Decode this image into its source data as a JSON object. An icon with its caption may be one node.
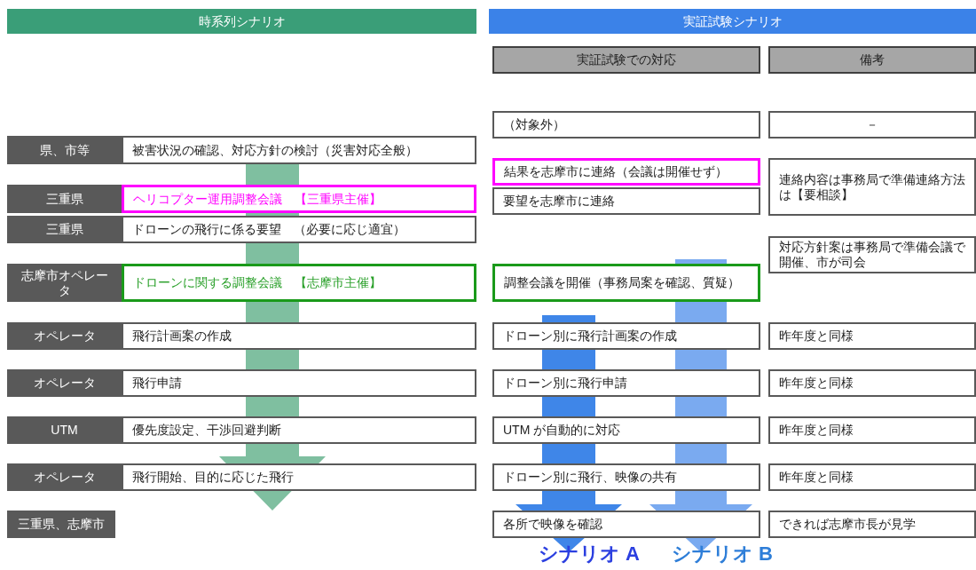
{
  "diagram": {
    "nodes": [
      {
        "text": [
          "時系列シナリオ"
        ]
      },
      {
        "text": [
          "実証試験シナリオ"
        ]
      },
      {
        "text": [
          "実証試験での対応"
        ]
      },
      {
        "text": [
          "備考"
        ]
      },
      {
        "text": [
          "（対象外）"
        ]
      },
      {
        "text": [
          "－"
        ]
      },
      {
        "text": [
          "県、市等"
        ]
      },
      {
        "text": [
          "被害状況の確認、対応方針の検討（災害対応全般）"
        ]
      },
      {
        "text": [
          "結果を志摩市に連絡（会議は開催せず）"
        ]
      },
      {
        "text": [
          "連絡内容は事務局で準備連絡方法は【要相談】"
        ]
      },
      {
        "text": [
          "三重県"
        ]
      },
      {
        "text": [
          "ヘリコプター運用調整会議　【三重県主催】"
        ]
      },
      {
        "text": [
          "要望を志摩市に連絡"
        ]
      },
      {
        "text": [
          "三重県"
        ]
      },
      {
        "text": [
          "ドローンの飛行に係る要望　（必要に応じ適宜）"
        ]
      },
      {
        "text": [
          "対応方針案は事務局で準備会議で開催、市が司会"
        ]
      },
      {
        "text": [
          "志摩市オペレータ"
        ]
      },
      {
        "text": [
          "ドローンに関する調整会議　【志摩市主催】"
        ]
      },
      {
        "text": [
          "調整会議を開催（事務局案を確認、質疑）"
        ]
      },
      {
        "text": [
          "オペレータ"
        ]
      },
      {
        "text": [
          "飛行計画案の作成"
        ]
      },
      {
        "text": [
          "ドローン別に飛行計画案の作成"
        ]
      },
      {
        "text": [
          "昨年度と同様"
        ]
      },
      {
        "text": [
          "オペレータ"
        ]
      },
      {
        "text": [
          "飛行申請"
        ]
      },
      {
        "text": [
          "ドローン別に飛行申請"
        ]
      },
      {
        "text": [
          "昨年度と同様"
        ]
      },
      {
        "text": [
          "UTM"
        ]
      },
      {
        "text": [
          "優先度設定、干渉回避判断"
        ]
      },
      {
        "text": [
          "UTM が自動的に対応"
        ]
      },
      {
        "text": [
          "昨年度と同様"
        ]
      },
      {
        "text": [
          "オペレータ"
        ]
      },
      {
        "text": [
          "飛行開始、目的に応じた飛行"
        ]
      },
      {
        "text": [
          "ドローン別に飛行、映像の共有"
        ]
      },
      {
        "text": [
          "昨年度と同様"
        ]
      },
      {
        "text": [
          "三重県、志摩市"
        ]
      },
      {
        "text": [
          "各所で映像を確認"
        ]
      },
      {
        "text": [
          "できれば志摩市長が見学"
        ]
      }
    ],
    "labels": [
      "シナリオ A",
      "シナリオ B"
    ]
  }
}
